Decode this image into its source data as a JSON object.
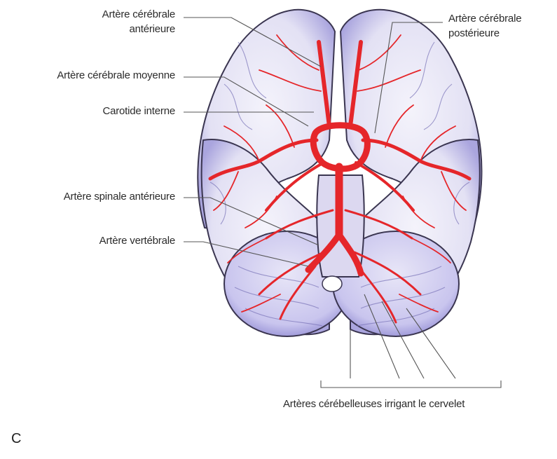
{
  "figure": {
    "panel_letter": "C",
    "labels": {
      "anterior_cerebral_l1": "Artère cérébrale",
      "anterior_cerebral_l2": "antérieure",
      "middle_cerebral": "Artère cérébrale moyenne",
      "internal_carotid": "Carotide interne",
      "anterior_spinal": "Artère spinale antérieure",
      "vertebral": "Artère vertébrale",
      "posterior_cerebral_l1": "Artère cérébrale",
      "posterior_cerebral_l2": "postérieure",
      "cerebellar": "Artères cérébelleuses irrigant le cervelet"
    },
    "colors": {
      "artery": "#e5262a",
      "brain_fill": "#e9e8f6",
      "brain_shadow": "#9d98d8",
      "outline": "#3a3550",
      "leader": "#555555"
    }
  }
}
